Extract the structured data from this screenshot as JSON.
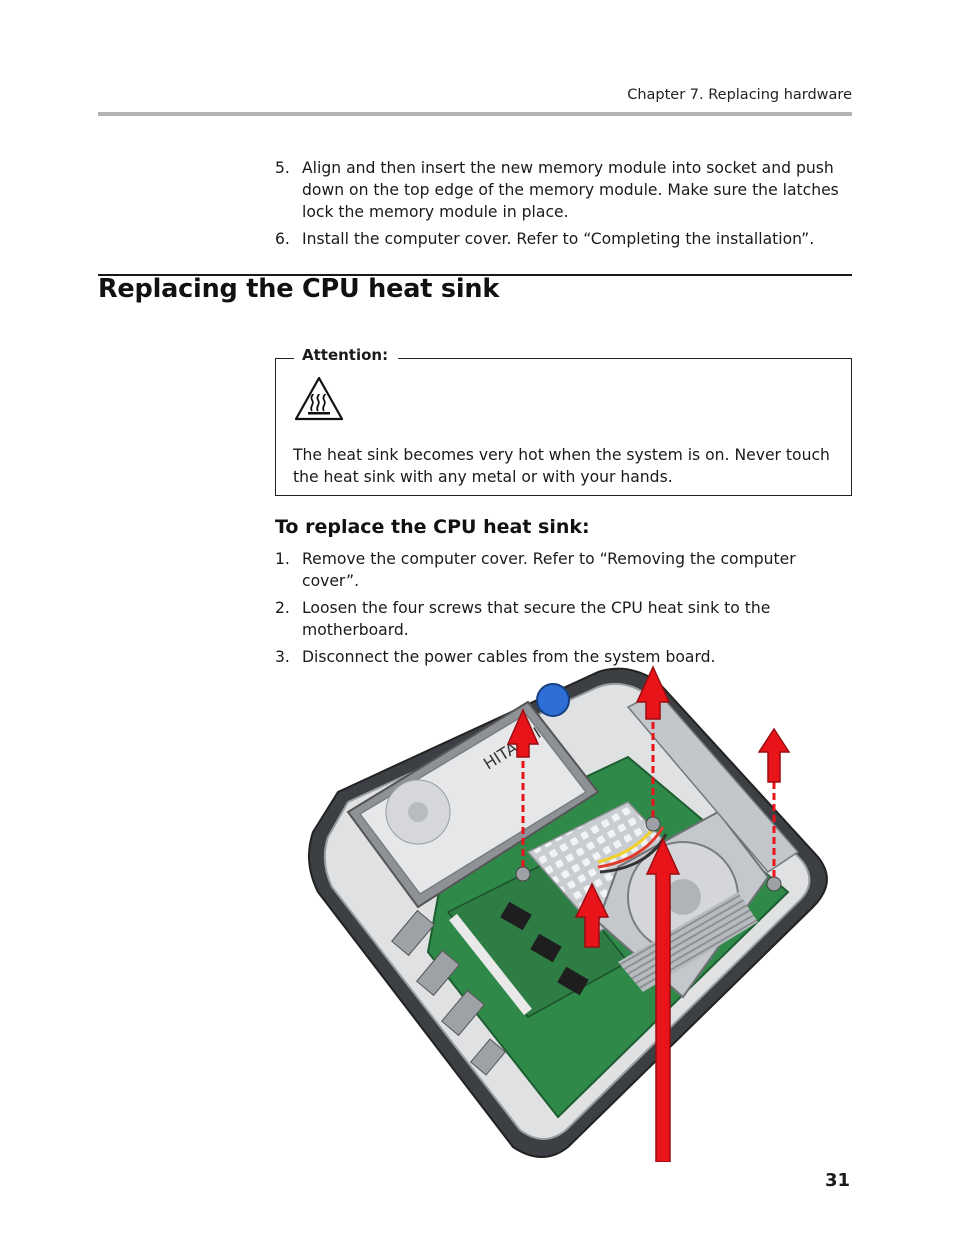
{
  "header": {
    "chapter": "Chapter 7. Replacing hardware"
  },
  "steps_top": [
    {
      "num": "5.",
      "text": "Align and then insert the new memory module into socket and push down on the top edge of the memory module. Make sure the latches lock the memory module in place."
    },
    {
      "num": "6.",
      "text": "Install the computer cover. Refer to “Completing the installation”."
    }
  ],
  "section": {
    "title": "Replacing the CPU heat sink"
  },
  "attention": {
    "label": "Attention:",
    "icon": "hot-surface-warning-icon",
    "text": "The heat sink becomes very hot when the system is on. Never touch the heat sink with any metal or with your hands."
  },
  "procedure": {
    "heading": "To replace the CPU heat sink:",
    "steps": [
      {
        "num": "1.",
        "text": "Remove the computer cover. Refer to “Removing the computer cover”."
      },
      {
        "num": "2.",
        "text": "Loosen the four screws that secure the CPU heat sink to the motherboard."
      },
      {
        "num": "3.",
        "text": "Disconnect the power cables from the system board."
      }
    ]
  },
  "figure": {
    "hdd_label": "HITACHI",
    "arrow_color": "#e8141a"
  },
  "footer": {
    "page_number": "31"
  }
}
